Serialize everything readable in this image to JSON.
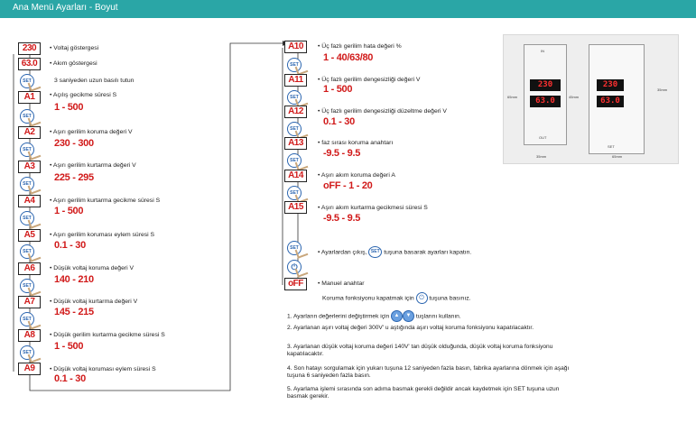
{
  "header": {
    "title": "Ana Menü Ayarları - Boyut"
  },
  "left": [
    {
      "code": "230",
      "text": "Voltaj göstergesi"
    },
    {
      "code": "63.0",
      "text": "Akım göstergesi"
    },
    {
      "text": "3 saniyeden uzun basılı tutun"
    },
    {
      "code": "A1",
      "text": "Açılış gecikme süresi S",
      "range": "1 - 500"
    },
    {
      "code": "A2",
      "text": "Aşırı gerilim koruma değeri V",
      "range": "230 - 300"
    },
    {
      "code": "A3",
      "text": "Aşırı gerilim kurtarma değeri V",
      "range": "225 - 295"
    },
    {
      "code": "A4",
      "text": "Aşırı gerilim kurtarma gecikme süresi S",
      "range": "1 - 500"
    },
    {
      "code": "A5",
      "text": "Aşırı gerilim koruması eylem süresi S",
      "range": "0.1 - 30"
    },
    {
      "code": "A6",
      "text": "Düşük voltaj koruma değeri V",
      "range": "140 - 210"
    },
    {
      "code": "A7",
      "text": "Düşük voltaj kurtarma değeri V",
      "range": "145 - 215"
    },
    {
      "code": "A8",
      "text": "Düşük gerilim kurtarma gecikme süresi S",
      "range": "1 - 500"
    },
    {
      "code": "A9",
      "text": "Düşük voltaj koruması eylem süresi S",
      "range": "0.1 - 30"
    }
  ],
  "right": [
    {
      "code": "A10",
      "text": "Üç fazlı gerilim hata değeri %",
      "range": "1 - 40/63/80"
    },
    {
      "code": "A11",
      "text": "Üç fazlı gerilim dengesizliği değeri V",
      "range": "1 - 500"
    },
    {
      "code": "A12",
      "text": "Üç fazlı gerilim dengesizliği düzeltme değeri V",
      "range": "0.1 - 30"
    },
    {
      "code": "A13",
      "text": "faz sırası koruma anahtarı",
      "range": "-9.5 - 9.5"
    },
    {
      "code": "A14",
      "text": "Aşırı akım koruma değeri A",
      "range": "oFF - 1 - 20"
    },
    {
      "code": "A15",
      "text": "Aşırı akım kurtarma gecikmesi süresi S",
      "range": "-9.5 - 9.5"
    }
  ],
  "set_label": "SET",
  "exit": {
    "before": "Ayarlardan çıkış,",
    "after": "tuşuna basarak ayarları kapatın."
  },
  "off": {
    "code": "oFF",
    "title": "Manuel anahtar",
    "before": "Koruma fonksiyonu kapatmak için",
    "after": "tuşuna basınız."
  },
  "notes": {
    "n1_before": "1. Ayarların değerlerini değiştirmek için",
    "n1_after": "tuşlarını kullanın.",
    "n2": "2. Ayarlanan aşırı voltaj değeri 300V' u aştığında aşırı voltaj koruma fonksiyonu kapatılacaktır.",
    "n3": "3. Ayarlanan düşük voltaj koruma değeri 140V' tan düşük olduğunda, düşük voltaj koruma fonksiyonu kapatılacaktır.",
    "n4": "4. Son hatayı sorgulamak için yukarı tuşuna 12 saniyeden fazla basın, fabrika ayarlarına dönmek için aşağı tuşuna 6 saniyeden fazla basın.",
    "n5": "5. Ayarlama işlemi sırasında son adıma basmak gerekli değildir ancak kaydetmek için SET tuşuna uzun basmak gerekir."
  },
  "device": {
    "display_top": "230",
    "display_bottom": "63.0",
    "label_in": "IN",
    "label_out": "OUT",
    "label_set": "SET",
    "dim_height_left": "65mm",
    "dim_width_left": "35mm",
    "dim_depth": "45mm",
    "dim_height_right": "35mm",
    "dim_width_right": "65mm"
  },
  "colors": {
    "header": "#2aa6a6",
    "value": "#d11a1a",
    "button": "#2c66b0"
  }
}
